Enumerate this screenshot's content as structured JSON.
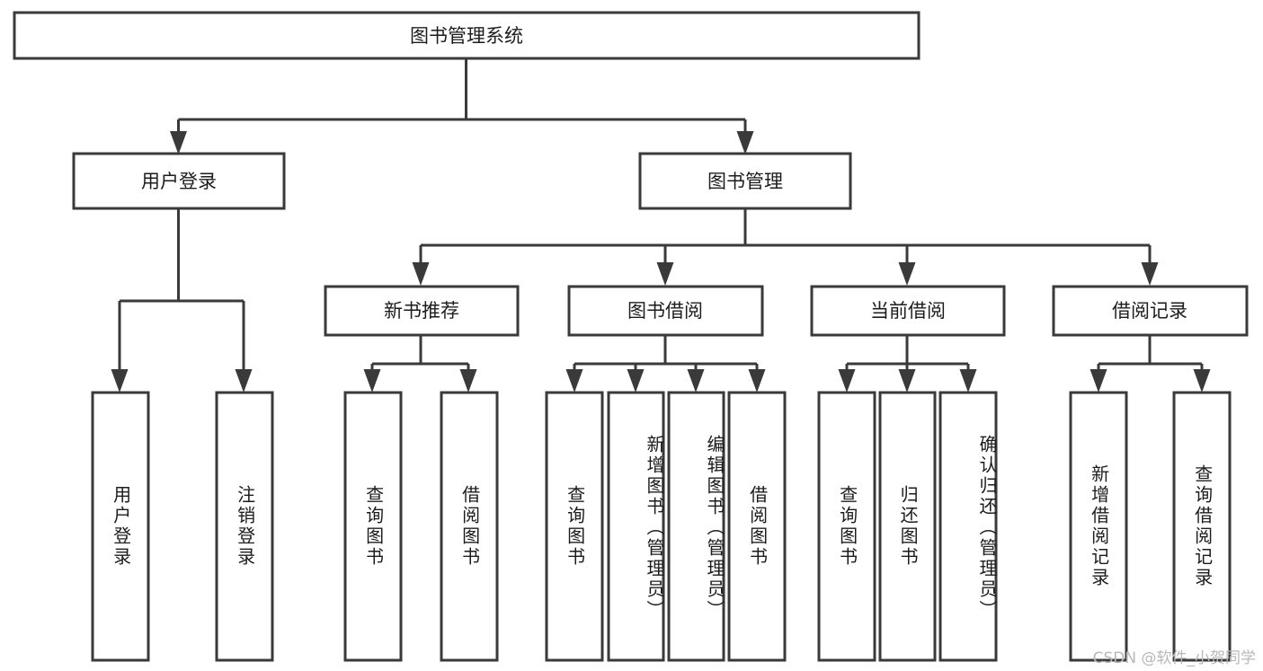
{
  "diagram": {
    "type": "tree-hierarchy",
    "title": "图书管理系统",
    "root": {
      "id": "root",
      "label": "图书管理系统",
      "orientation": "horizontal"
    },
    "level2": [
      {
        "id": "user-login",
        "label": "用户登录",
        "orientation": "horizontal"
      },
      {
        "id": "book-management",
        "label": "图书管理",
        "orientation": "horizontal"
      }
    ],
    "level3": [
      {
        "id": "new-book-recommend",
        "label": "新书推荐",
        "orientation": "horizontal",
        "parent": "book-management"
      },
      {
        "id": "book-borrow",
        "label": "图书借阅",
        "orientation": "horizontal",
        "parent": "book-management"
      },
      {
        "id": "current-borrow",
        "label": "当前借阅",
        "orientation": "horizontal",
        "parent": "book-management"
      },
      {
        "id": "borrow-record",
        "label": "借阅记录",
        "orientation": "horizontal",
        "parent": "book-management"
      }
    ],
    "leaves": [
      {
        "id": "leaf-user-login",
        "label": "用户登录",
        "orientation": "vertical",
        "parent": "user-login"
      },
      {
        "id": "leaf-user-logout",
        "label": "注销登录",
        "orientation": "vertical",
        "parent": "user-login"
      },
      {
        "id": "leaf-query-book-1",
        "label": "查询图书",
        "orientation": "vertical",
        "parent": "new-book-recommend"
      },
      {
        "id": "leaf-borrow-book-1",
        "label": "借阅图书",
        "orientation": "vertical",
        "parent": "new-book-recommend"
      },
      {
        "id": "leaf-query-book-2",
        "label": "查询图书",
        "orientation": "vertical",
        "parent": "book-borrow"
      },
      {
        "id": "leaf-add-book",
        "label": "新增图书（管理员）",
        "orientation": "vertical",
        "parent": "book-borrow"
      },
      {
        "id": "leaf-edit-book",
        "label": "编辑图书（管理员）",
        "orientation": "vertical",
        "parent": "book-borrow"
      },
      {
        "id": "leaf-borrow-book-2",
        "label": "借阅图书",
        "orientation": "vertical",
        "parent": "book-borrow"
      },
      {
        "id": "leaf-query-book-3",
        "label": "查询图书",
        "orientation": "vertical",
        "parent": "current-borrow"
      },
      {
        "id": "leaf-return-book",
        "label": "归还图书",
        "orientation": "vertical",
        "parent": "current-borrow"
      },
      {
        "id": "leaf-confirm-return",
        "label": "确认归还（管理员）",
        "orientation": "vertical",
        "parent": "current-borrow"
      },
      {
        "id": "leaf-add-record",
        "label": "新增借阅记录",
        "orientation": "vertical",
        "parent": "borrow-record"
      },
      {
        "id": "leaf-query-record",
        "label": "查询借阅记录",
        "orientation": "vertical",
        "parent": "borrow-record"
      }
    ],
    "colors": {
      "stroke": "#3a3a3a",
      "box_fill": "#ffffff",
      "text": "#1c1c1c",
      "background": "#ffffff",
      "watermark": "#b8b8b8"
    }
  },
  "watermark": {
    "text": "CSDN @软件_小贺同学"
  }
}
